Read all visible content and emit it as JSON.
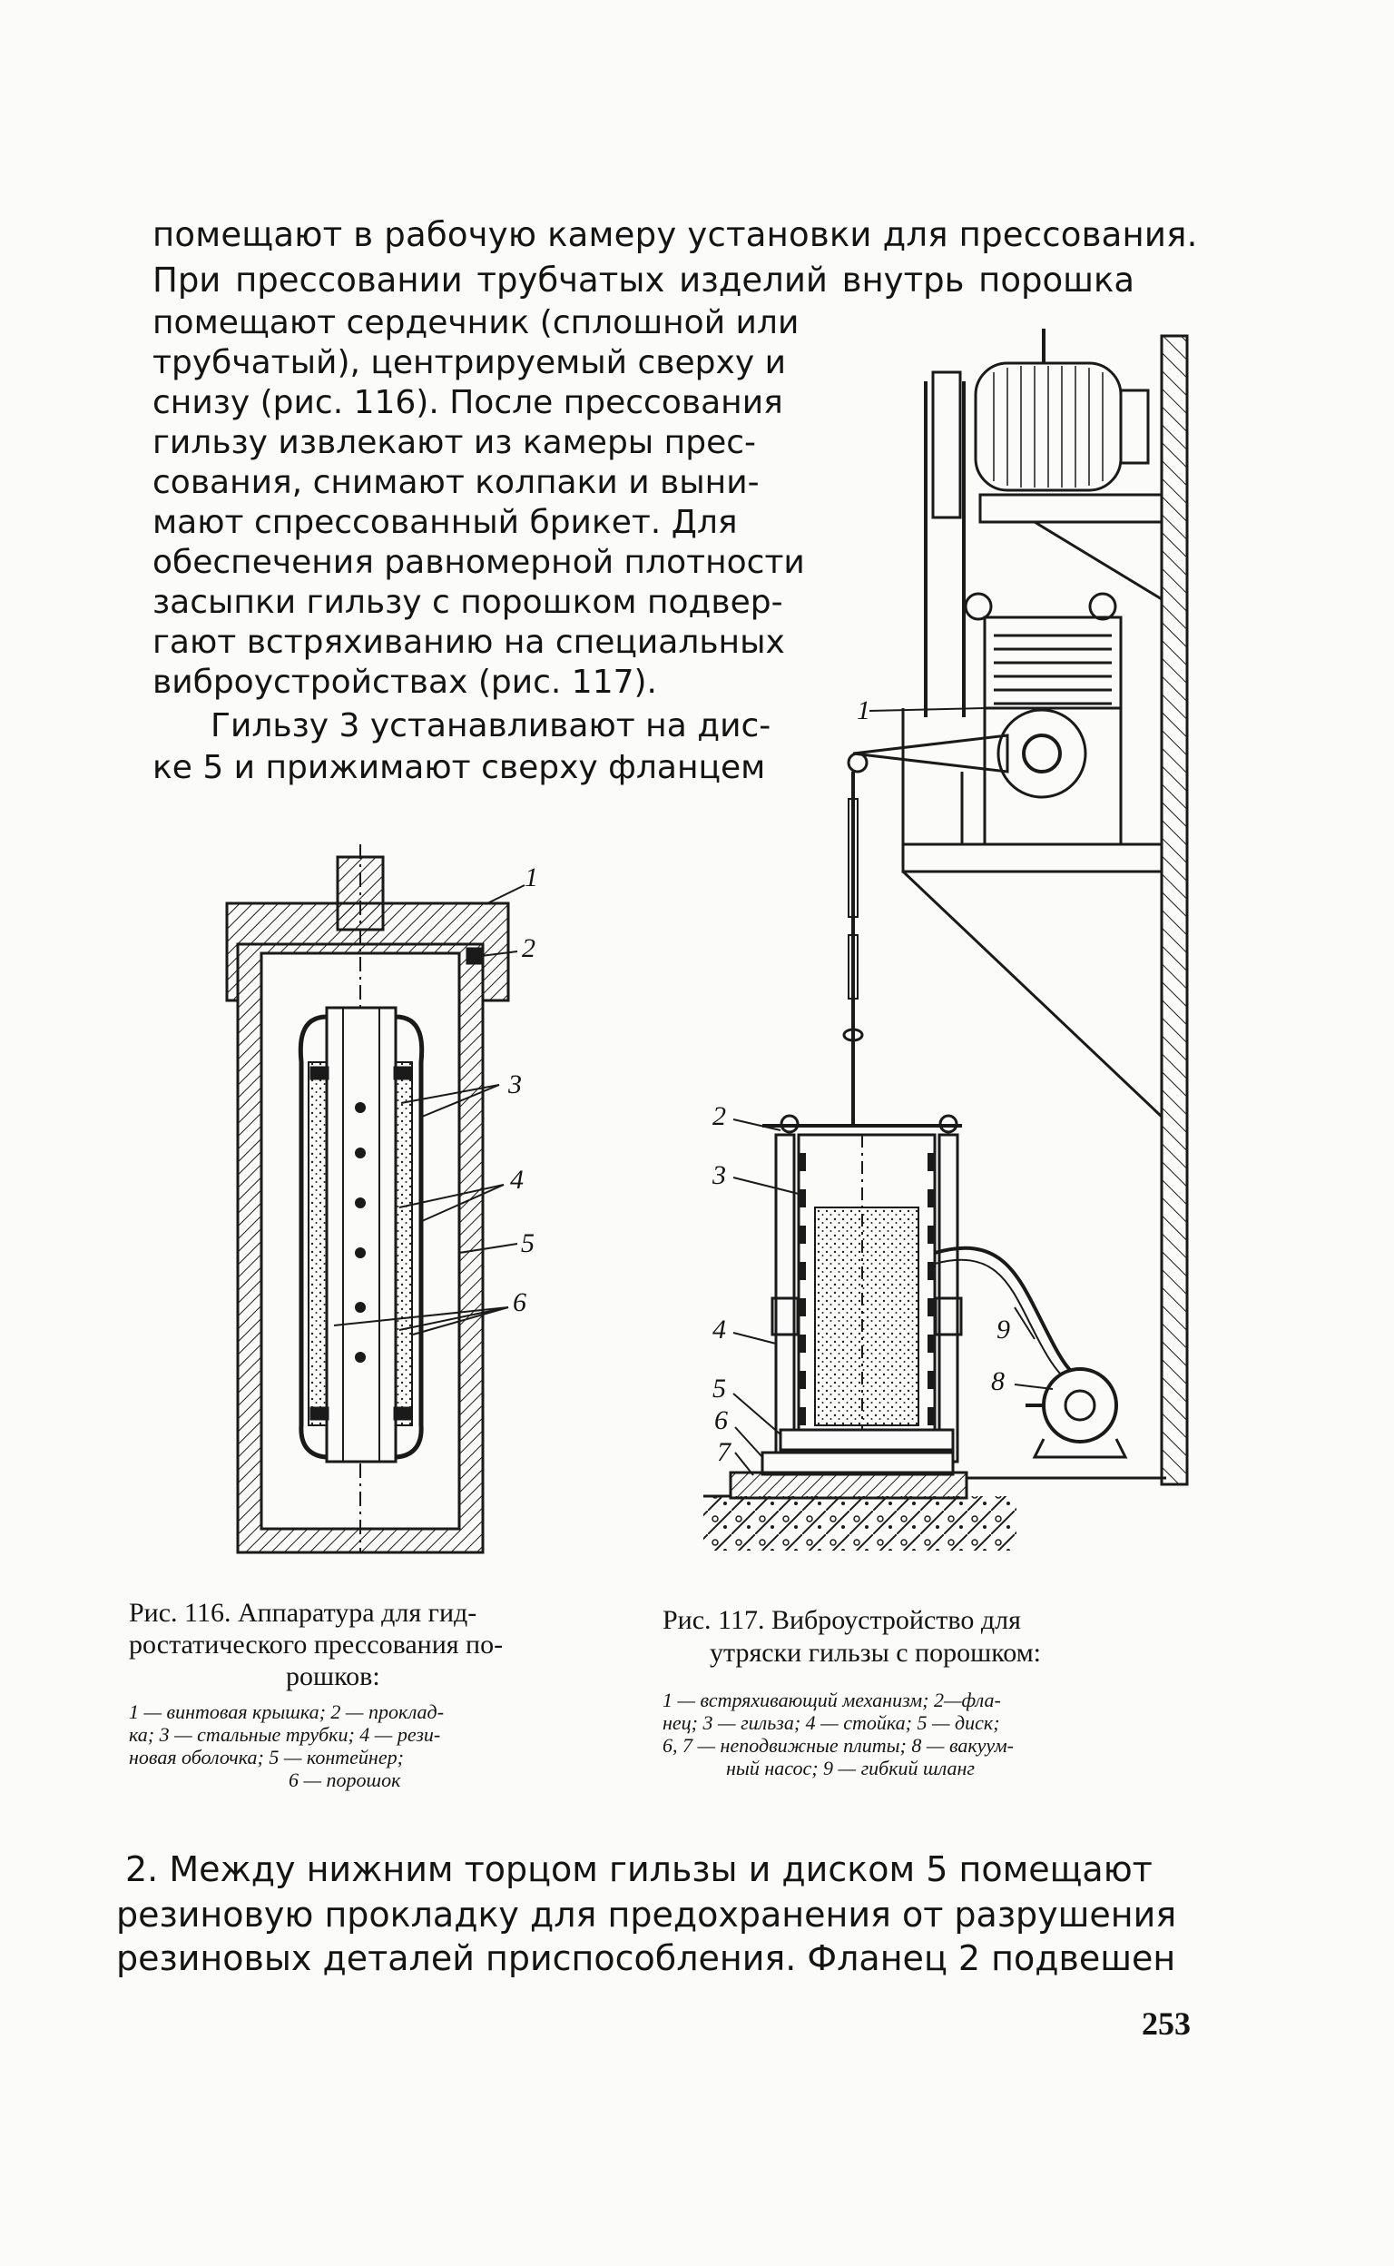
{
  "page": {
    "paragraph_top": [
      "помещают в рабочую камеру установки для прессования.",
      "При прессовании трубчатых изделий внутрь порошка",
      "помещают сердечник (сплошной или",
      "трубчатый), центрируемый сверху и",
      "снизу (рис. 116). После прессования",
      "гильзу  извлекают из камеры прес-",
      "сования,  снимают колпаки и выни-",
      "мают  спрессованный  брикет. Для",
      "обеспечения равномерной плотности",
      "засыпки гильзу с порошком подвер-",
      "гают встряхиванию на специальных",
      "виброустройствах (рис. 117)."
    ],
    "paragraph_second": [
      "Гильзу 3 устанавливают на дис-",
      "ке 5 и прижимают сверху фланцем"
    ],
    "fig116": {
      "caption_lines": [
        "Рис. 116. Аппаратура для гид-",
        "ростатического прессования по-",
        "рошков:"
      ],
      "legend_lines": [
        "1 — винтовая крышка; 2 — проклад-",
        "ка; 3 — стальные трубки; 4 — рези-",
        "новая  оболочка;  5 — контейнер;",
        "6 — порошок"
      ],
      "labels": [
        "1",
        "2",
        "3",
        "4",
        "5",
        "6"
      ]
    },
    "fig117": {
      "caption_lines": [
        "Рис.  117.  Виброустройство  для",
        "утряски гильзы с порошком:"
      ],
      "legend_lines": [
        "1 — встряхивающий  механизм;  2—фла-",
        "нец;  3 — гильза;  4 — стойка;  5 — диск;",
        "6, 7 — неподвижные плиты; 8 — вакуум-",
        "ный  насос;  9 — гибкий  шланг"
      ],
      "labels": [
        "1",
        "2",
        "3",
        "4",
        "5",
        "6",
        "7",
        "8",
        "9"
      ]
    },
    "paragraph_bottom": [
      "2. Между нижним торцом гильзы и диском 5 помещают",
      "резиновую прокладку для предохранения от разрушения",
      "резиновых деталей приспособления. Фланец 2 подвешен"
    ],
    "page_number": "253"
  }
}
